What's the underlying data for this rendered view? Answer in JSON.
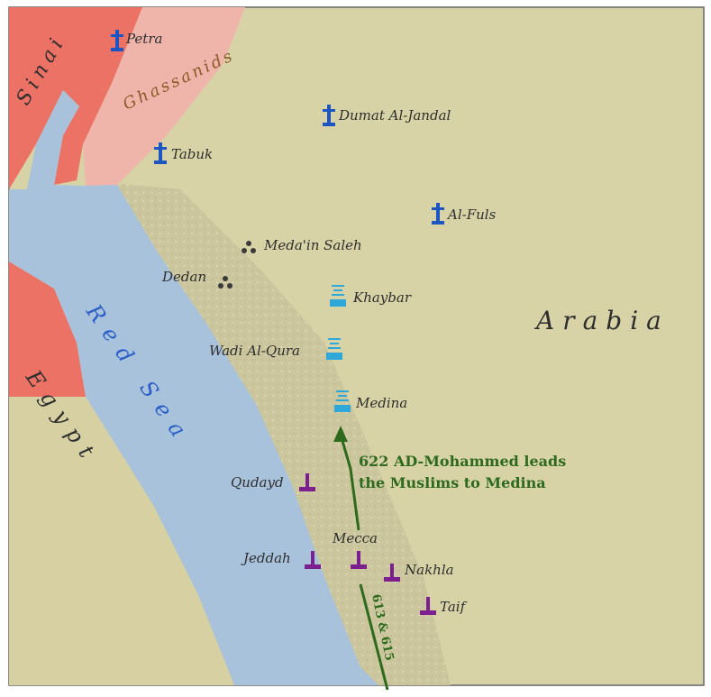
{
  "regions": {
    "sinai": "Sinai",
    "ghassanids": "Ghassanids",
    "egypt": "Egypt",
    "red_sea": "Red Sea",
    "arabia": "Arabia"
  },
  "places": {
    "petra": "Petra",
    "dumat": "Dumat Al-Jandal",
    "tabuk": "Tabuk",
    "alfuls": "Al-Fuls",
    "medain": "Meda'in Saleh",
    "dedan": "Dedan",
    "khaybar": "Khaybar",
    "wadi": "Wadi Al-Qura",
    "medina": "Medina",
    "qudayd": "Qudayd",
    "mecca": "Mecca",
    "jeddah": "Jeddah",
    "nakhla": "Nakhla",
    "taif": "Taif"
  },
  "annotations": {
    "hijra_line1": "622 AD-Mohammed leads",
    "hijra_line2": "the Muslims to Medina",
    "abyssinia_years": "613 & 615"
  },
  "colors": {
    "land": "#d8d3a6",
    "sea": "#a9c2dc",
    "egypt_sinai": "#ec7266",
    "ghassanids": "#efb5aa",
    "christian_icon": "#1d55c2",
    "jewish_icon": "#2ea7d9",
    "pagan_icon": "#7c1f8f",
    "route": "#2e6a1e",
    "sea_label": "#2a5fc7",
    "ghassanid_label": "#8a5a28"
  },
  "icons": {
    "christian": "cross-icon",
    "jewish": "tower-icon",
    "pagan": "pagan-shrine-icon",
    "ruins": "ruins-icon"
  }
}
